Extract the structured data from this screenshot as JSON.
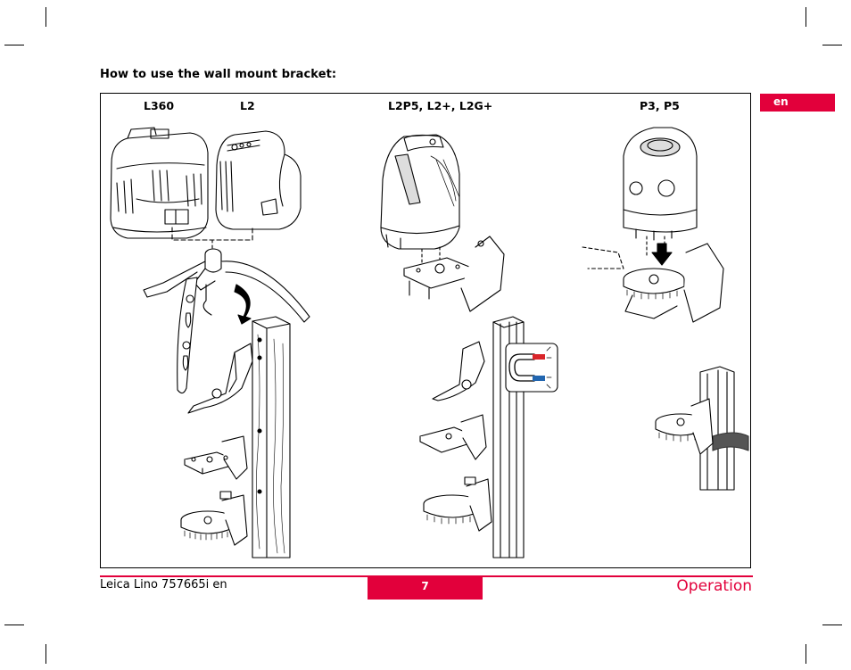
{
  "heading": "How to use the wall mount bracket:",
  "language_tab": "en",
  "models": {
    "l360": "L360",
    "l2": "L2",
    "l2p5": "L2P5, L2+, L2G+",
    "p3p5": "P3, P5"
  },
  "footer": {
    "product": "Leica Lino 757665i en",
    "page_number": "7",
    "section": "Operation"
  },
  "colors": {
    "accent": "#e2003b",
    "magnet_north": "#d9252a",
    "magnet_south": "#2266b0",
    "strap": "#555555"
  },
  "icons": [
    "magnet-icon",
    "rotate-arrow-icon",
    "push-down-arrow-icon"
  ]
}
